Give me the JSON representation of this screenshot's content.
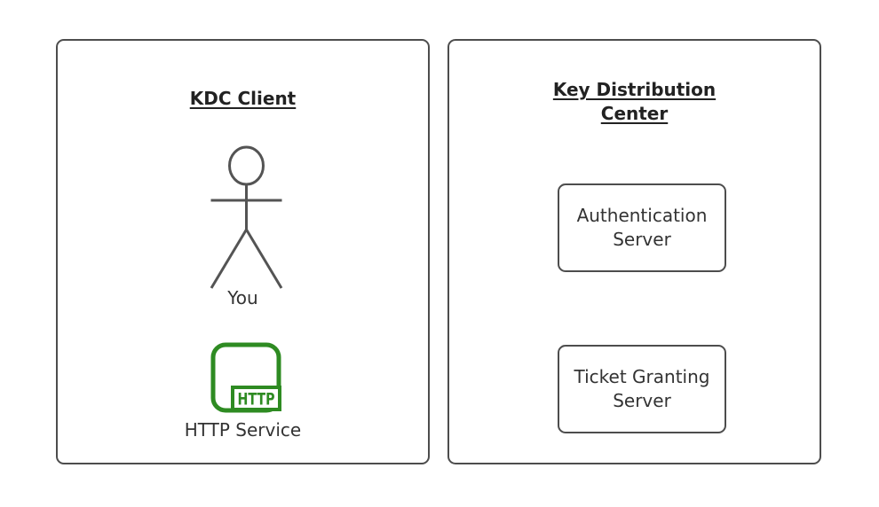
{
  "diagram": {
    "left_panel": {
      "title": "KDC Client",
      "actor": {
        "label": "You"
      },
      "service": {
        "label": "HTTP Service",
        "icon_text": "HTTP"
      }
    },
    "right_panel": {
      "title": "Key Distribution Center",
      "nodes": [
        {
          "label": "Authentication Server"
        },
        {
          "label": "Ticket Granting Server"
        }
      ]
    },
    "colors": {
      "panel_border": "#4d4d4d",
      "actor_stroke": "#545454",
      "service_green": "#2e8b22",
      "title_text": "#222222",
      "label_text": "#333333"
    }
  }
}
